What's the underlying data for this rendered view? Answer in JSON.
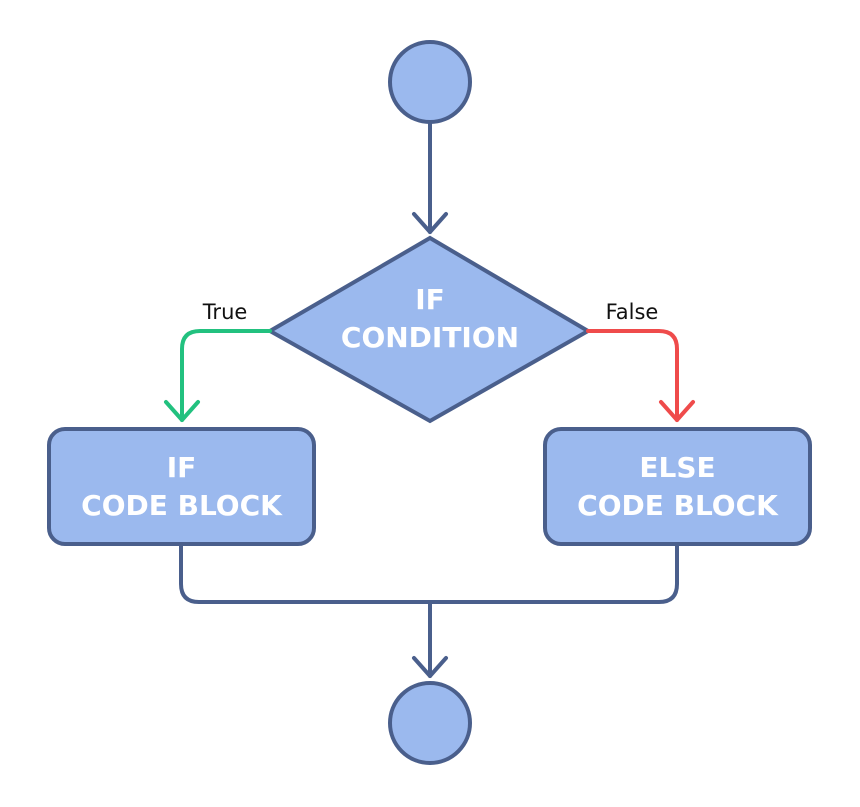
{
  "diagram": {
    "type": "flowchart",
    "decision": {
      "line1": "IF",
      "line2": "CONDITION"
    },
    "true_branch": {
      "label": "True",
      "color": "#22c17f"
    },
    "false_branch": {
      "label": "False",
      "color": "#ef4b4b"
    },
    "if_block": {
      "line1": "IF",
      "line2": "CODE BLOCK"
    },
    "else_block": {
      "line1": "ELSE",
      "line2": "CODE BLOCK"
    },
    "colors": {
      "node_fill": "#9bb9ee",
      "node_stroke": "#4a5f8c",
      "text": "#ffffff"
    }
  }
}
